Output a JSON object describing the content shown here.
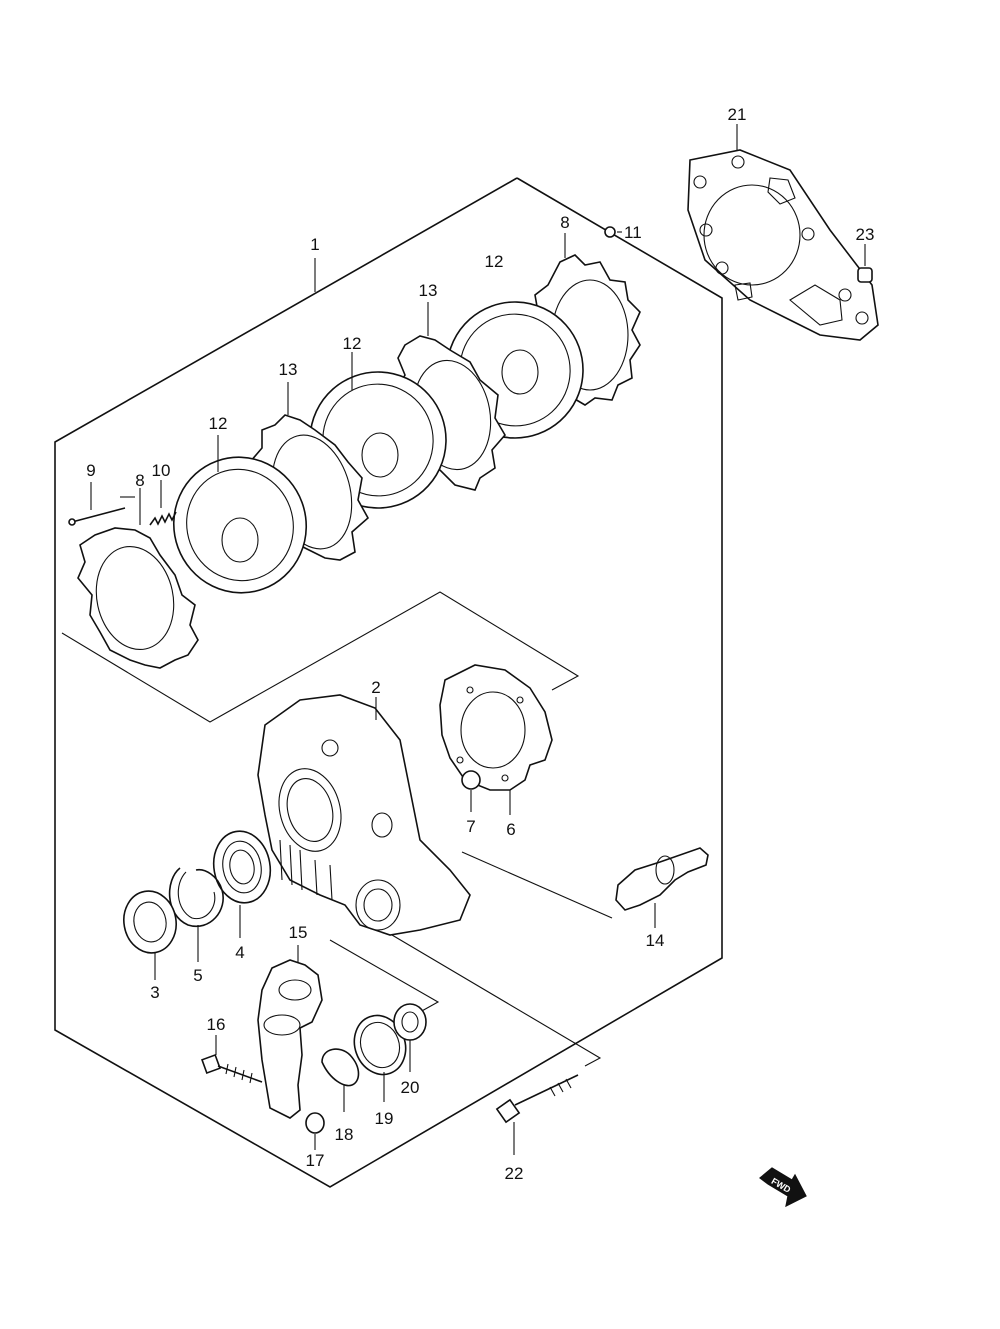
{
  "diagram": {
    "callouts": [
      "1",
      "2",
      "3",
      "4",
      "5",
      "6",
      "7",
      "8",
      "8",
      "9",
      "10",
      "11",
      "12",
      "12",
      "12",
      "13",
      "13",
      "14",
      "15",
      "16",
      "17",
      "18",
      "19",
      "20",
      "21",
      "22",
      "23"
    ],
    "direction_label": "FWD"
  }
}
